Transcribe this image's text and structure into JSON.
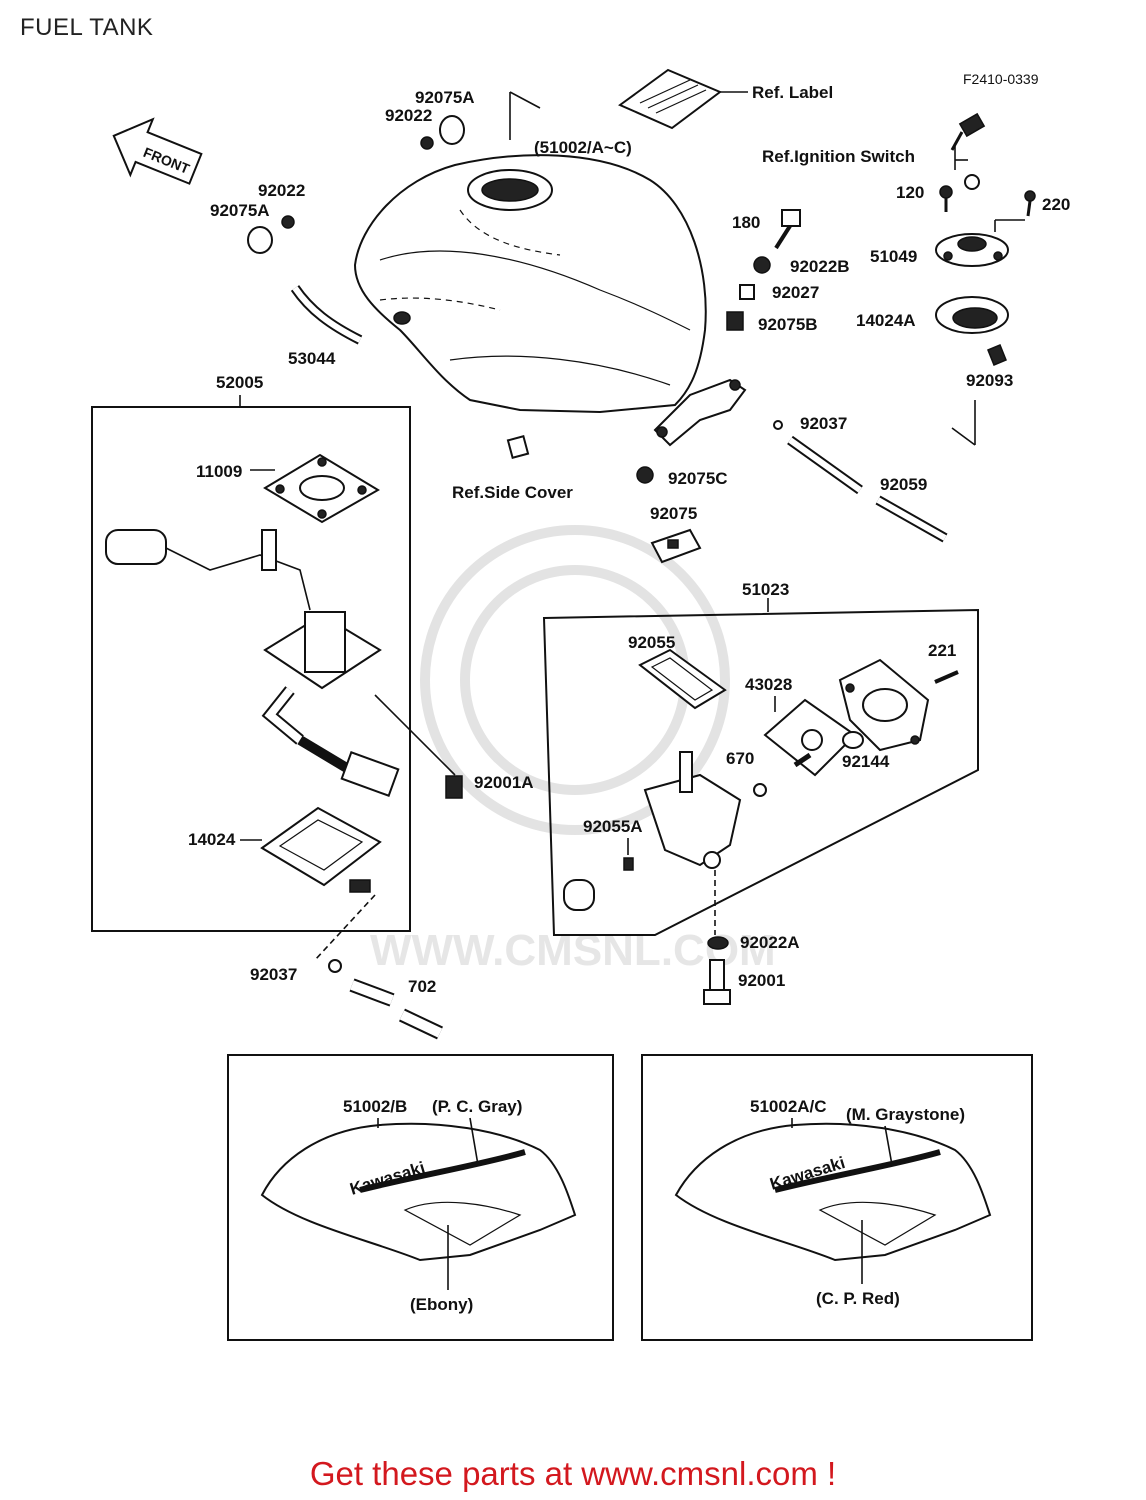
{
  "page": {
    "title": "FUEL TANK",
    "diagram_code": "F2410-0339"
  },
  "footer": {
    "text": "Get these parts at www.cmsnl.com !"
  },
  "watermark": {
    "text": "WWW.CMSNL.COM"
  },
  "front_label": "FRONT",
  "labels": {
    "ref_label": "Ref. Label",
    "ref_ignition_switch": "Ref.Ignition Switch",
    "ref_side_cover": "Ref.Side Cover",
    "p_92075A_top": "92075A",
    "p_92022_top": "92022",
    "p_51002_range": "(51002/A~C)",
    "p_92022_left": "92022",
    "p_92075A_left": "92075A",
    "p_53044": "53044",
    "p_180": "180",
    "p_92022B": "92022B",
    "p_92027": "92027",
    "p_92075B": "92075B",
    "p_120": "120",
    "p_220": "220",
    "p_51049": "51049",
    "p_14024A": "14024A",
    "p_92093": "92093",
    "p_92037_right": "92037",
    "p_92075C": "92075C",
    "p_92059": "92059",
    "p_92075": "92075",
    "p_52005": "52005",
    "p_11009": "11009",
    "p_92001A": "92001A",
    "p_14024": "14024",
    "p_92037_left": "92037",
    "p_702": "702",
    "p_51023": "51023",
    "p_92055": "92055",
    "p_43028": "43028",
    "p_221": "221",
    "p_670": "670",
    "p_92144": "92144",
    "p_92055A": "92055A",
    "p_92022A": "92022A",
    "p_92001": "92001"
  },
  "variants": [
    {
      "part": "51002/B",
      "color": "(P. C. Gray)",
      "lower_color": "(Ebony)",
      "brand": "Kawasaki"
    },
    {
      "part": "51002A/C",
      "color": "(M. Graystone)",
      "lower_color": "(C. P. Red)",
      "brand": "Kawasaki"
    }
  ],
  "colors": {
    "footer": "#d3181e",
    "line": "#111111",
    "watermark": "#e3e3e3"
  }
}
